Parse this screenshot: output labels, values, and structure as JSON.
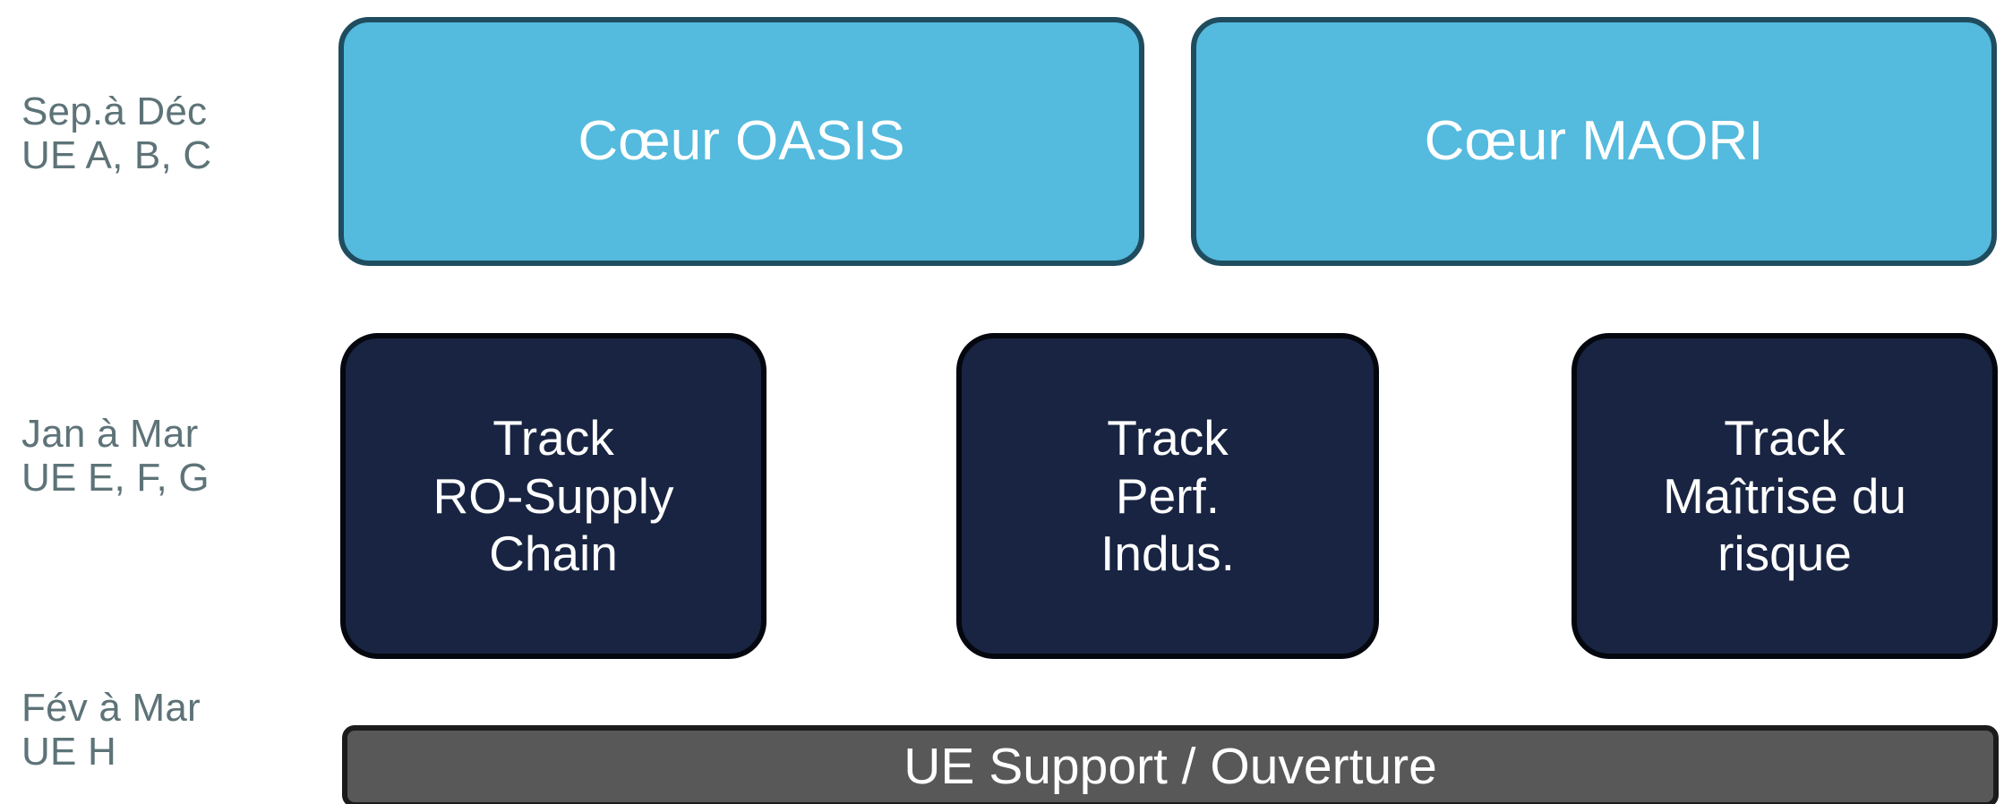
{
  "diagram": {
    "type": "curriculum-timeline-diagram",
    "background_color": "#ffffff",
    "periods": [
      {
        "id": "period-1",
        "line1": "Sep.à Déc",
        "line2": "UE A, B, C",
        "color": "#5D7378"
      },
      {
        "id": "period-2",
        "line1": "Jan à Mar",
        "line2": "UE E, F, G",
        "color": "#5D7378"
      },
      {
        "id": "period-3",
        "line1": "Fév à Mar",
        "line2": "UE H",
        "color": "#5D7378"
      }
    ],
    "rows": {
      "core": {
        "fill_color": "#54BADE",
        "border_color": "#1F4D5F",
        "text_color": "#ffffff",
        "boxes": [
          {
            "id": "core-oasis",
            "label": "Cœur OASIS"
          },
          {
            "id": "core-maori",
            "label": "Cœur MAORI"
          }
        ]
      },
      "tracks": {
        "fill_color": "#182441",
        "border_color": "#05070F",
        "text_color": "#ffffff",
        "boxes": [
          {
            "id": "track-ro-supply-chain",
            "line1": "Track",
            "line2": "RO-Supply",
            "line3": "Chain"
          },
          {
            "id": "track-perf-indus",
            "line1": "Track",
            "line2": "Perf.",
            "line3": "Indus."
          },
          {
            "id": "track-maitrise-risque",
            "line1": "Track",
            "line2": "Maîtrise du",
            "line3": "risque"
          }
        ]
      },
      "support": {
        "fill_color": "#585858",
        "border_color": "#1B1B1B",
        "text_color": "#ffffff",
        "label": "UE Support / Ouverture"
      }
    }
  }
}
